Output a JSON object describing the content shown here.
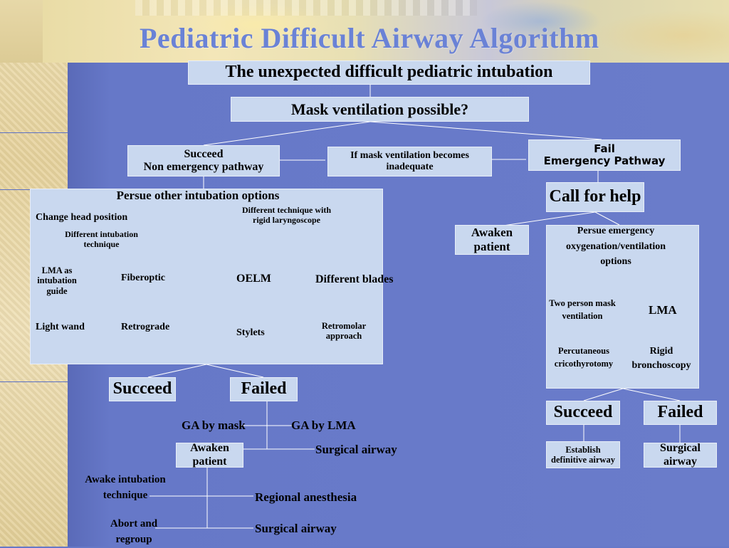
{
  "title": "Pediatric Difficult Airway Algorithm",
  "top": {
    "root": "The unexpected difficult pediatric intubation",
    "question": "Mask ventilation possible?"
  },
  "left_branch": {
    "succeed_line1": "Succeed",
    "succeed_line2": "Non emergency pathway",
    "inadequate": "If mask ventilation becomes inadequate",
    "options_title": "Persue other intubation options",
    "change_head": "Change head position",
    "diff_technique_rigid": "Different technique with rigid laryngoscope",
    "diff_intubation_technique": "Different intubation technique",
    "lma_guide": "LMA as intubation guide",
    "fiberoptic": "Fiberoptic",
    "light_wand": "Light wand",
    "retrograde": "Retrograde",
    "oelm": "OELM",
    "different_blades": "Different blades",
    "stylets": "Stylets",
    "retromolar": "Retromolar approach",
    "succeed": "Succeed",
    "failed": "Failed",
    "ga_mask": "GA by mask",
    "ga_lma": "GA by LMA",
    "surgical_airway_1": "Surgical airway",
    "awaken_patient": "Awaken patient",
    "awake_intubation": "Awake intubation technique",
    "regional": "Regional anesthesia",
    "abort_regroup": "Abort and regroup",
    "surgical_airway_2": "Surgical airway"
  },
  "right_branch": {
    "fail_line1": "Fail",
    "fail_line2": "Emergency Pathway",
    "call_help": "Call for help",
    "awaken_patient": "Awaken patient",
    "persue_emergency": "Persue emergency oxygenation/ventilation options",
    "two_person": "Two person mask ventilation",
    "lma": "LMA",
    "percutaneous": "Percutaneous cricothyrotomy",
    "rigid_bronch": "Rigid bronchoscopy",
    "succeed": "Succeed",
    "failed": "Failed",
    "establish": "Establish definitive airway",
    "surgical_airway": "Surgical airway"
  }
}
